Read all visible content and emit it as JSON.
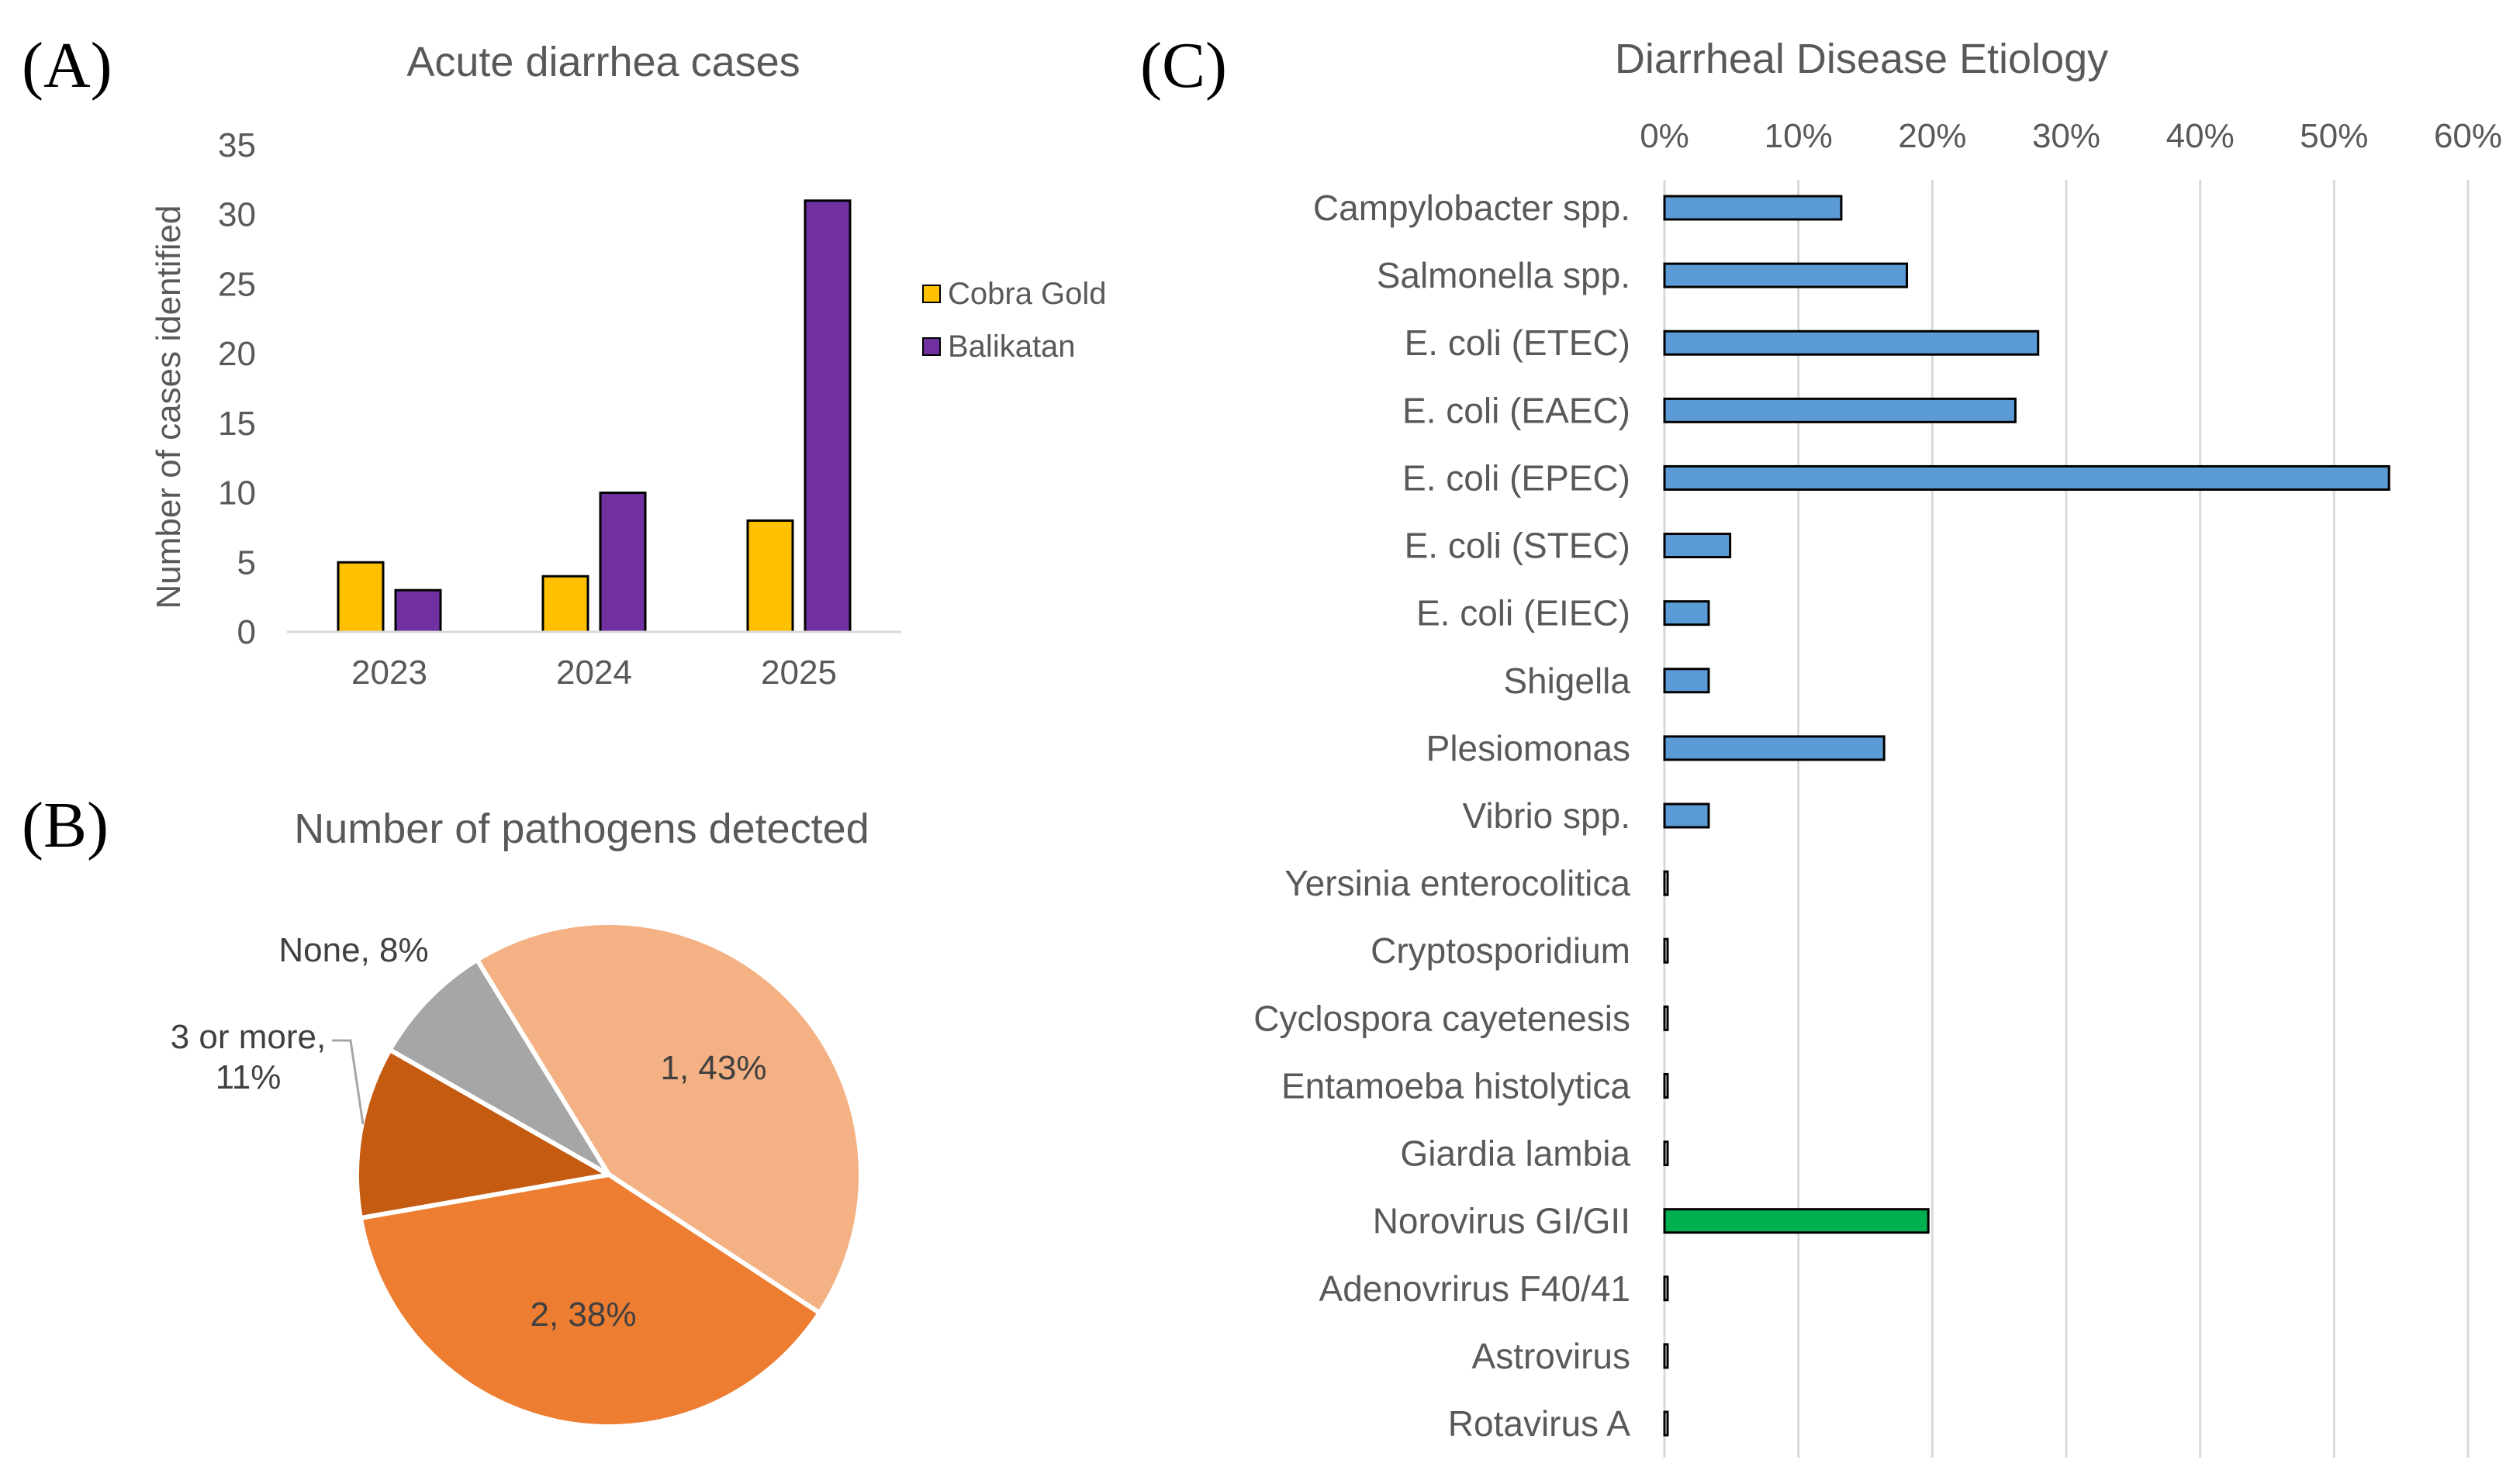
{
  "panel_labels": [
    "(A)",
    "(B)",
    "(C)"
  ],
  "colors": {
    "cobra_gold": "#FFC000",
    "balikatan": "#7030A0",
    "bacteria": "#5B9BD5",
    "virus": "#00B050",
    "pie_1": "#F4B183",
    "pie_2": "#ED7D31",
    "pie_3": "#C55A11",
    "pie_none": "#A6A6A6",
    "axis": "#D9D9D9",
    "text": "#595959"
  },
  "chart_data": [
    {
      "type": "bar",
      "title": "Acute diarrhea cases",
      "xlabel": "",
      "ylabel": "Number of cases identified",
      "ylim": [
        0,
        35
      ],
      "yticks": [
        "0",
        "5",
        "10",
        "15",
        "20",
        "25",
        "30",
        "35"
      ],
      "categories": [
        "2023",
        "2024",
        "2025"
      ],
      "series": [
        {
          "name": "Cobra Gold",
          "values": [
            5,
            4,
            8
          ]
        },
        {
          "name": "Balikatan",
          "values": [
            3,
            10,
            31
          ]
        }
      ],
      "legend": "right",
      "grid": false
    },
    {
      "type": "pie",
      "title": "Number of pathogens detected",
      "slices": [
        {
          "label": "1, 43%",
          "value": 43
        },
        {
          "label": "2, 38%",
          "value": 38
        },
        {
          "label": "3 or more,",
          "label2": "11%",
          "value": 11
        },
        {
          "label": "None, 8%",
          "value": 8
        }
      ]
    },
    {
      "type": "bar",
      "orientation": "horizontal",
      "title": "Diarrheal Disease Etiology",
      "xlim": [
        0,
        60
      ],
      "xticks": [
        "0%",
        "10%",
        "20%",
        "30%",
        "40%",
        "50%",
        "60%"
      ],
      "grid": true,
      "categories": [
        "Campylobacter spp.",
        "Salmonella spp.",
        "E. coli (ETEC)",
        "E. coli (EAEC)",
        "E. coli (EPEC)",
        "E. coli (STEC)",
        "E. coli (EIEC)",
        "Shigella",
        "Plesiomonas",
        "Vibrio spp.",
        "Yersinia enterocolitica",
        "Cryptosporidium",
        "Cyclospora cayetenesis",
        "Entamoeba histolytica",
        "Giardia lambia",
        "Norovirus GI/GII",
        "Adenovrirus F40/41",
        "Astrovirus",
        "Rotavirus A"
      ],
      "values": [
        13.2,
        18.1,
        27.9,
        26.2,
        54.1,
        4.9,
        3.3,
        3.3,
        16.4,
        3.3,
        0,
        0,
        0,
        0,
        0,
        19.7,
        0,
        0,
        0
      ],
      "bar_types": [
        "bacteria",
        "bacteria",
        "bacteria",
        "bacteria",
        "bacteria",
        "bacteria",
        "bacteria",
        "bacteria",
        "bacteria",
        "bacteria",
        "bacteria",
        "parasite",
        "parasite",
        "parasite",
        "parasite",
        "virus",
        "virus",
        "virus",
        "virus"
      ]
    }
  ]
}
